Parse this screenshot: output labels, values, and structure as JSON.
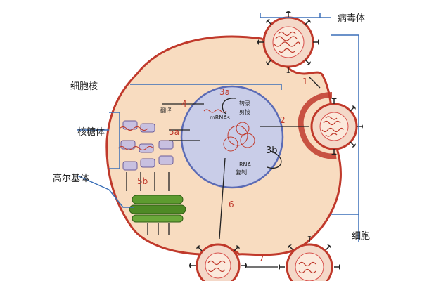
{
  "labels": {
    "virus": "病毒体",
    "nucleus": "细胞核",
    "ribosome": "核糖体",
    "golgi": "高尔基体",
    "cell": "细胞",
    "translation": "翻译",
    "transcription": "转录",
    "splicing": "剪接",
    "mrnas": "mRNAs",
    "rna": "RNA",
    "replication": "复制"
  },
  "steps": {
    "s1": "1",
    "s2": "2",
    "s3a": "3a",
    "s3b": "3b",
    "s4": "4",
    "s5a": "5a",
    "s5b": "5b",
    "s6": "6",
    "s7": "7"
  },
  "colors": {
    "cytoplasm": "#f8dcc0",
    "membrane": "#c0392b",
    "nucleus": "#c9cde8",
    "nucleus_border": "#5b6bb5",
    "golgi": "#5d9b2f",
    "ribosome": "#c8c0e0",
    "bracket": "#3a6fb8",
    "step_text": "#c0392b"
  }
}
